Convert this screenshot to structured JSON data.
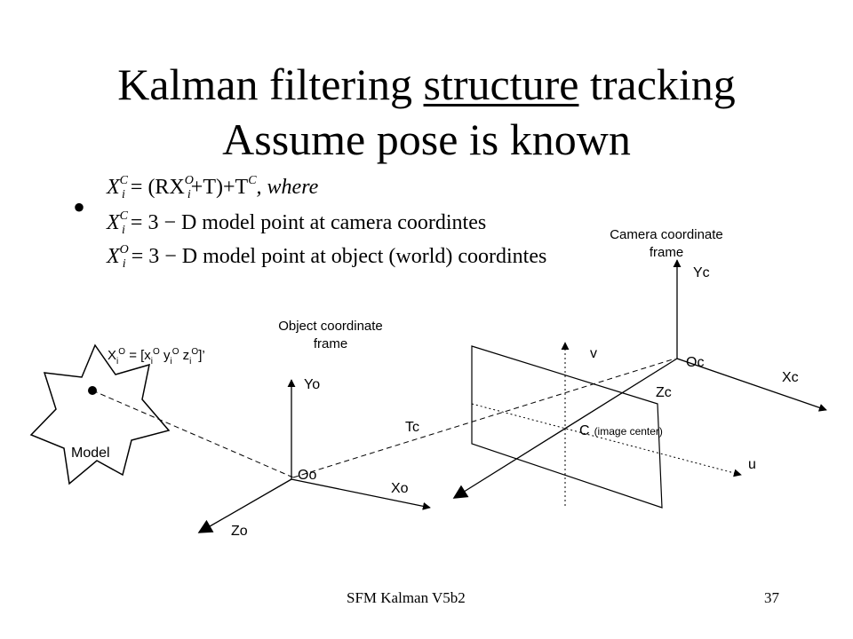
{
  "title": {
    "line1_pre": "Kalman filtering ",
    "line1_underlined": "structure",
    "line1_post": " tracking",
    "line2": "Assume pose is known"
  },
  "bullet_symbol": "•",
  "equations": [
    {
      "lhs": "X",
      "lhs_sup": "C",
      "lhs_sub": "i",
      "rhs": "= (RX",
      "rhs_sup": "O",
      "rhs_sub": "i",
      "rhs_post": "+T)+T",
      "rhs_post_sup": "C",
      "tail": ", where"
    },
    {
      "lhs": "X",
      "lhs_sup": "C",
      "lhs_sub": "i",
      "text": "= 3 − D model point at camera coordintes"
    },
    {
      "lhs": "X",
      "lhs_sup": "O",
      "lhs_sub": "i",
      "text": "= 3 − D model point at object (world) coordintes"
    }
  ],
  "diagram": {
    "camera_frame_line1": "Camera coordinate",
    "camera_frame_line2": "frame",
    "object_frame_line1": "Object coordinate",
    "object_frame_line2": "frame",
    "point_eq_main": "X",
    "point_eq_sub": "i",
    "point_eq_sup": "O",
    "point_eq_rest1": " = [x",
    "point_eq_rest2": " y",
    "point_eq_rest3": " z",
    "point_eq_close": "]’",
    "model_label": "Model",
    "Yc": "Yc",
    "Oc": "Oc",
    "Xc": "Xc",
    "Zc": "Zc",
    "v": "v",
    "u": "u",
    "C": "C",
    "image_center": "(image center)",
    "Tc": "Tc",
    "Yo": "Yo",
    "Oo": "Oo",
    "Xo": "Xo",
    "Zo": "Zo"
  },
  "footer": {
    "left": "SFM Kalman V5b2",
    "right": "37"
  }
}
